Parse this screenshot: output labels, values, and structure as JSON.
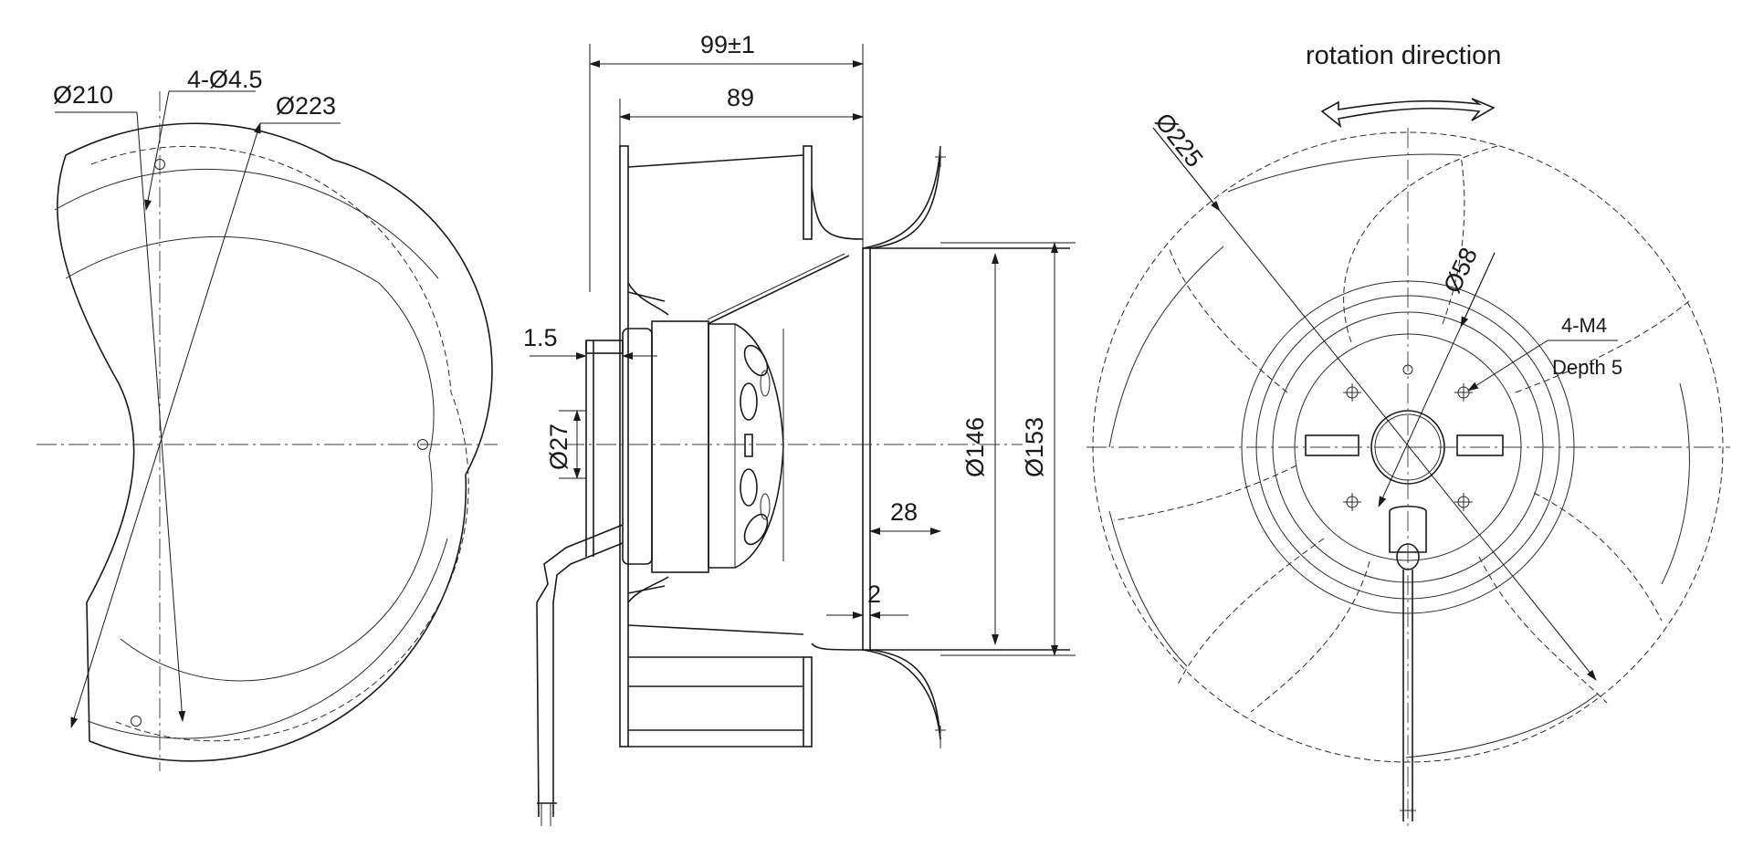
{
  "left_view": {
    "dia_inner": "Ø210",
    "holes": "4-Ø4.5",
    "dia_outer": "Ø223"
  },
  "side_view": {
    "overall_width": "99±1",
    "body_width": "89",
    "shaft_step": "1.5",
    "hub_dia": "Ø27",
    "inlet_depth": "28",
    "flange_gap": "2",
    "inlet_dia_small": "Ø146",
    "inlet_dia_large": "Ø153"
  },
  "front_view": {
    "rotation_label": "rotation direction",
    "impeller_dia": "Ø225",
    "bolt_circle": "Ø58",
    "thread_spec": "4-M4",
    "thread_depth": "Depth 5"
  }
}
